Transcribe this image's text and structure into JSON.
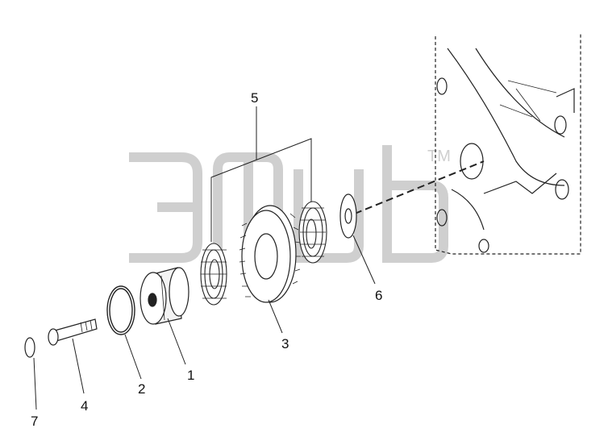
{
  "diagram": {
    "watermark": {
      "trademark": "TM"
    },
    "callouts": [
      {
        "id": "1",
        "label": "1",
        "part": "gear-hub"
      },
      {
        "id": "2",
        "label": "2",
        "part": "snap-ring"
      },
      {
        "id": "3",
        "label": "3",
        "part": "idler-gear"
      },
      {
        "id": "4",
        "label": "4",
        "part": "bolt"
      },
      {
        "id": "5",
        "label": "5",
        "part": "bearing-set"
      },
      {
        "id": "6",
        "label": "6",
        "part": "thrust-washer"
      },
      {
        "id": "7",
        "label": "7",
        "part": "washer"
      }
    ]
  }
}
